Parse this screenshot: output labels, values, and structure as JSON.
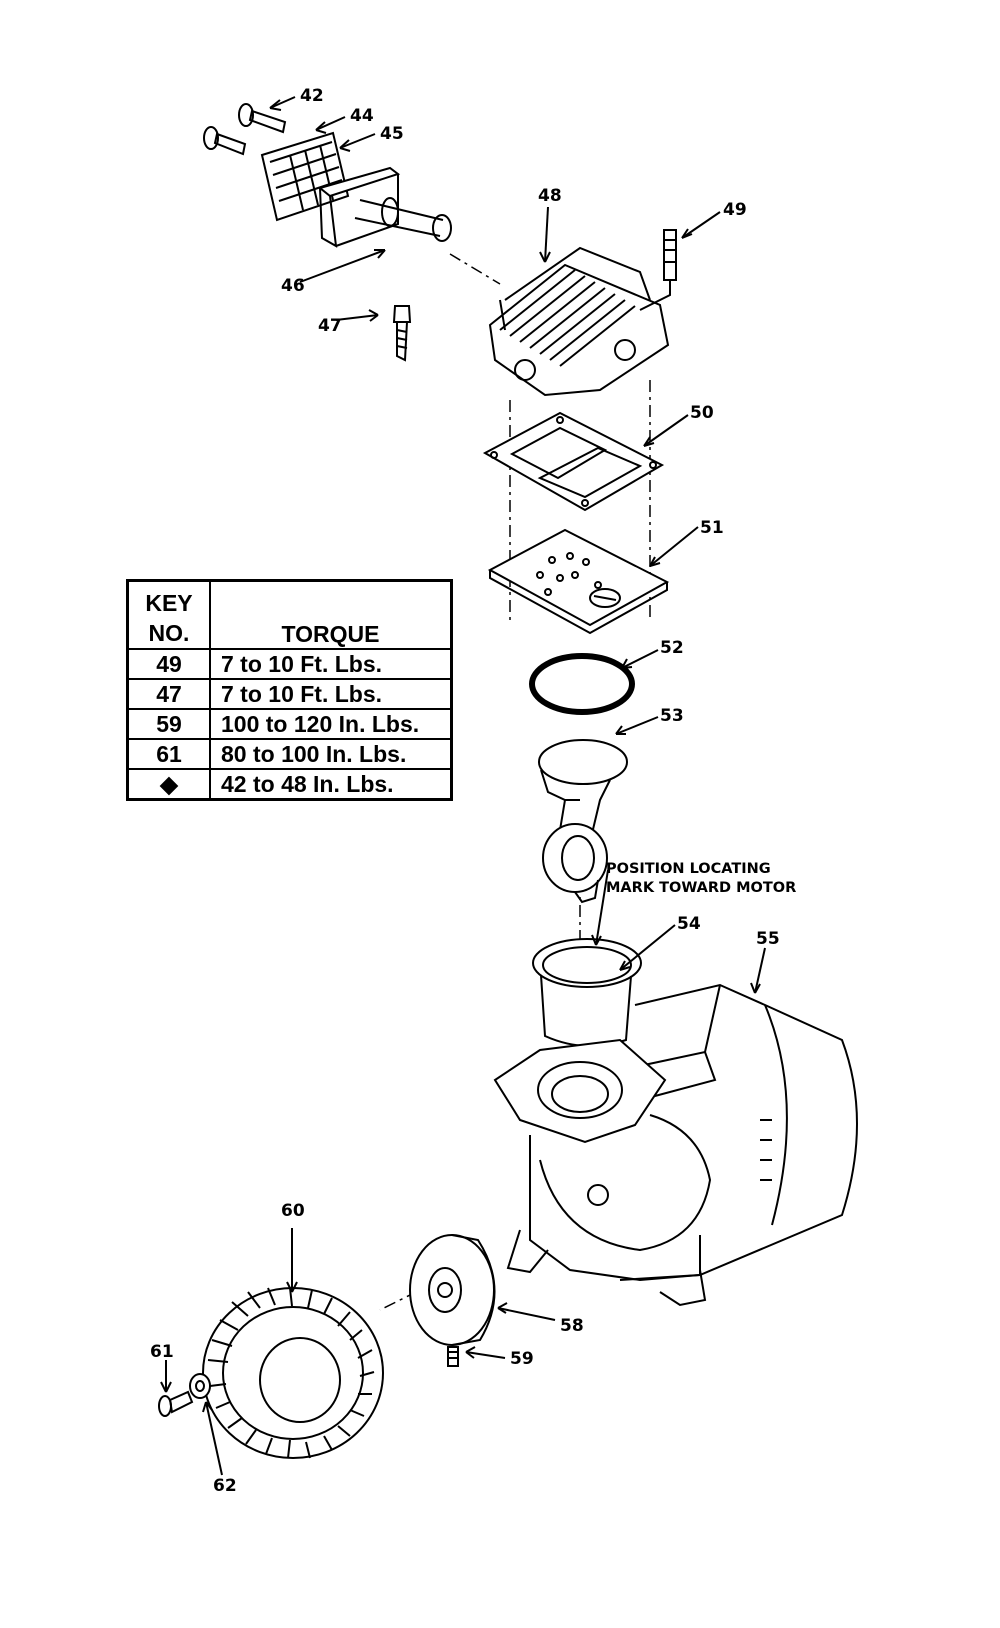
{
  "callouts": {
    "p42": "42",
    "p44": "44",
    "p45": "45",
    "p46": "46",
    "p47": "47",
    "p48": "48",
    "p49": "49",
    "p50": "50",
    "p51": "51",
    "p52": "52",
    "p53": "53",
    "p54": "54",
    "p55": "55",
    "p58": "58",
    "p59": "59",
    "p60": "60",
    "p61": "61",
    "p62": "62"
  },
  "note": {
    "line1": "POSITION LOCATING",
    "line2": "MARK TOWARD MOTOR"
  },
  "torque_table": {
    "header": {
      "key_line1": "KEY",
      "key_line2": "NO.",
      "torque": "TORQUE"
    },
    "rows": [
      {
        "key": "49",
        "torque": "7 to 10 Ft. Lbs."
      },
      {
        "key": "47",
        "torque": "7 to 10 Ft. Lbs."
      },
      {
        "key": "59",
        "torque": "100 to 120 In. Lbs."
      },
      {
        "key": "61",
        "torque": "80 to 100 In. Lbs."
      },
      {
        "key": "◆",
        "torque": "42 to 48 In. Lbs."
      }
    ]
  }
}
